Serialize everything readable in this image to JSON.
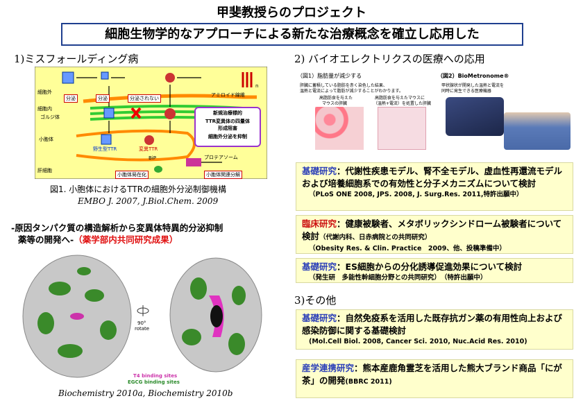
{
  "header": {
    "title": "甲斐教授らのプロジェクト",
    "subtitle": "細胞生物学的なアプローチによる新たな治療概念を確立し応用した"
  },
  "left": {
    "section_title": "1)ミスフォールディング病",
    "diagram": {
      "labels": {
        "extracellular": "細胞外",
        "intracellular": "細胞内",
        "golgi": "ゴルジ体",
        "er": "小胞体",
        "hepatocyte": "肝細胞",
        "secreted_a": "分泌",
        "secreted_b": "分泌",
        "not_secreted": "分泌されない",
        "amyloid": "アミロイド線維",
        "wt_ttr": "野生型TTR",
        "mut_ttr": "変異TTR",
        "bip": "BiP",
        "er_retention": "小胞体局在化",
        "proteasome": "プロテアソーム",
        "er_degradation": "小胞体関連分解",
        "novel_box_title": "新規治療標的",
        "novel_box_line1": "TTR変異体の四量体",
        "novel_box_line2": "形成阻害",
        "novel_box_line3": "細胞外分泌を抑制",
        "subscript_n": "n"
      }
    },
    "figure_caption": "図1. 小胞体におけるTTRの細胞外分泌制御機構",
    "citation_1": "EMBO J. 2007, J.Biol.Chem. 2009",
    "dev_line1": "-原因タンパク質の構造解析から変異体特異的分泌抑制",
    "dev_line2_prefix": "薬等の開発へ-",
    "dev_line2_highlight": "（薬学部内共同研究成果）",
    "structure_labels": {
      "rotate": "90°",
      "rotate_word": "rotate",
      "t4_sites": "T4 binding sites",
      "egcg_sites": "EGCG binding sites"
    },
    "citation_2": "Biochemistry 2010a, Biochemistry 2010b"
  },
  "right": {
    "section_title_2": "2) バイオエレクトリクスの医療への応用",
    "fig1": {
      "title": "（図1）脂肪量が減少する",
      "desc_line1": "肝臓に蓄積している脂肪を赤く染色した結果、",
      "desc_line2": "温熱と電流によって脂肪が減少することがわかります。",
      "label_left_1": "高脂肪食を与えた",
      "label_left_2": "マウスの肝臓",
      "label_right_1": "高脂肪食を与えたマウスに",
      "label_right_2": "（温熱+電流）を処置した肝臓"
    },
    "fig2": {
      "title": "（図2）BioMetronome®",
      "desc_line1": "甲状腺状が開発した温熱と電流を",
      "desc_line2": "同時に発生できる医療機器"
    },
    "boxes": [
      {
        "tag": "基礎研究",
        "text": "：代謝性疾患モデル、腎不全モデル、虚血性再還流モデルおよび培養細胞系での有効性と分子メカニズムについて検討",
        "ref": "（PLoS ONE 2008, JPS. 2008, J. Surg.Res.  2011,特許出願中）"
      },
      {
        "tag": "臨床研究",
        "text": "：健康被験者、メタボリックシンドローム被験者について検討",
        "inline_note": "（代謝内科、日赤病院との共同研究）",
        "ref": "（Obesity Res. & Clin. Practice　2009、他、投稿準備中）"
      },
      {
        "tag": "基礎研究",
        "text": "：ES細胞からの分化誘導促進効果について検討",
        "ref": "（発生研　多能性幹細胞分野との共同研究）　（特許出願中）"
      }
    ],
    "section_title_3": "3)その他",
    "other_boxes": [
      {
        "tag": "基礎研究",
        "text": "：自然免疫系を活用した既存抗ガン薬の有用性向上および感染防御に関する基礎検討",
        "ref": "(Mol.Cell Biol. 2008, Cancer Sci. 2010, Nuc.Acid Res. 2010)"
      },
      {
        "tag": "産学連携研究",
        "text": "：熊本産鹿角霊芝を活用した熊大ブランド商品「にが茶」の開発",
        "inline_note": "(BBRC 2011)"
      }
    ]
  },
  "colors": {
    "accent_blue": "#2b3fb8",
    "accent_red": "#cc1010",
    "box_fill": "#ffffcc",
    "diagram_fill": "#ffff99",
    "membrane_orange": "#ff8a00",
    "golgi_green": "#33cc33"
  }
}
